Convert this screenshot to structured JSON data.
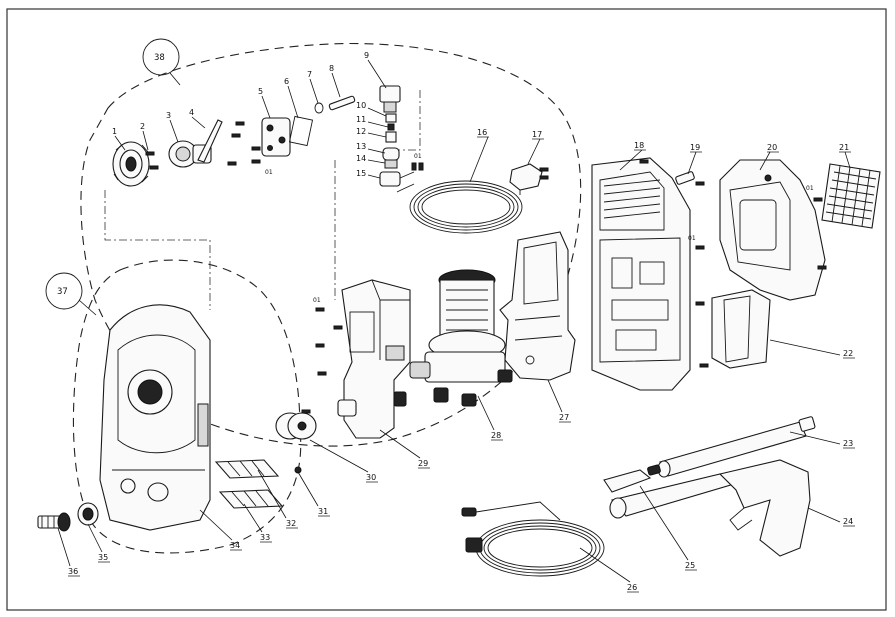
{
  "diagram": {
    "type": "exploded-parts-diagram",
    "callouts": [
      {
        "id": "1",
        "text": "1"
      },
      {
        "id": "2",
        "text": "2"
      },
      {
        "id": "3",
        "text": "3"
      },
      {
        "id": "4",
        "text": "4"
      },
      {
        "id": "5",
        "text": "5"
      },
      {
        "id": "6",
        "text": "6"
      },
      {
        "id": "7",
        "text": "7"
      },
      {
        "id": "8",
        "text": "8"
      },
      {
        "id": "9",
        "text": "9"
      },
      {
        "id": "10",
        "text": "10"
      },
      {
        "id": "11",
        "text": "11"
      },
      {
        "id": "12",
        "text": "12"
      },
      {
        "id": "13",
        "text": "13"
      },
      {
        "id": "14",
        "text": "14"
      },
      {
        "id": "15",
        "text": "15"
      },
      {
        "id": "16",
        "text": "16"
      },
      {
        "id": "17",
        "text": "17"
      },
      {
        "id": "18",
        "text": "18"
      },
      {
        "id": "19",
        "text": "19"
      },
      {
        "id": "20",
        "text": "20"
      },
      {
        "id": "21",
        "text": "21"
      },
      {
        "id": "22",
        "text": "22"
      },
      {
        "id": "23",
        "text": "23"
      },
      {
        "id": "24",
        "text": "24"
      },
      {
        "id": "25",
        "text": "25"
      },
      {
        "id": "26",
        "text": "26"
      },
      {
        "id": "27",
        "text": "27"
      },
      {
        "id": "28",
        "text": "28"
      },
      {
        "id": "29",
        "text": "29"
      },
      {
        "id": "30",
        "text": "30"
      },
      {
        "id": "31",
        "text": "31"
      },
      {
        "id": "32",
        "text": "32"
      },
      {
        "id": "33",
        "text": "33"
      },
      {
        "id": "34",
        "text": "34"
      },
      {
        "id": "35",
        "text": "35"
      },
      {
        "id": "36",
        "text": "36"
      },
      {
        "id": "37",
        "text": "37"
      },
      {
        "id": "38",
        "text": "38"
      }
    ],
    "screw_markers": [
      {
        "id": "s1",
        "text": "01"
      },
      {
        "id": "s2",
        "text": "01"
      },
      {
        "id": "s3",
        "text": "01"
      },
      {
        "id": "s4",
        "text": "01"
      },
      {
        "id": "s5",
        "text": "01"
      }
    ]
  },
  "colors": {
    "line": "#1a1a1a",
    "background": "#ffffff"
  }
}
